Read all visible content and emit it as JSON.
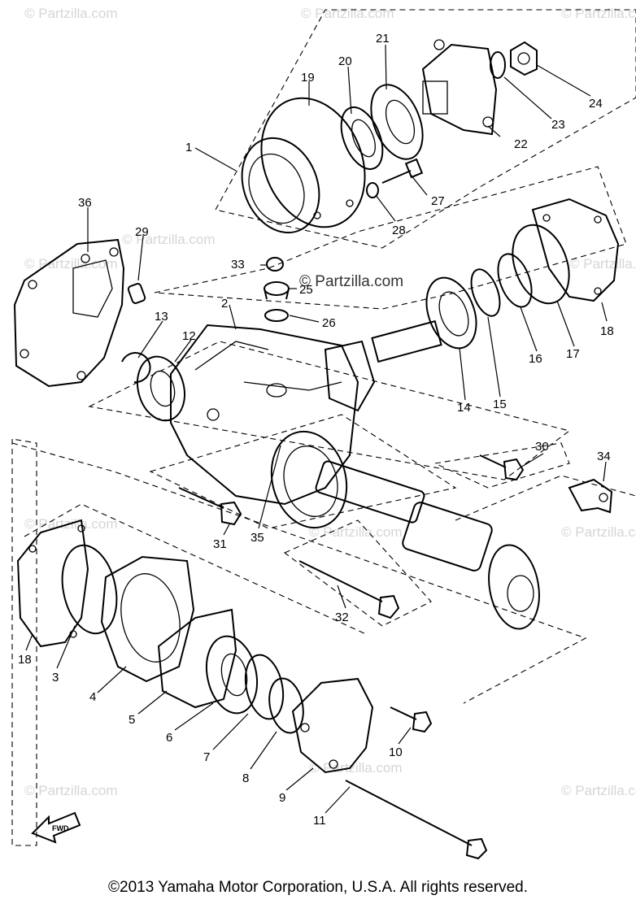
{
  "diagram": {
    "callouts": [
      "1",
      "2",
      "3",
      "4",
      "5",
      "6",
      "7",
      "8",
      "9",
      "10",
      "11",
      "12",
      "13",
      "14",
      "15",
      "16",
      "17",
      "18",
      "18",
      "19",
      "20",
      "21",
      "22",
      "23",
      "24",
      "25",
      "26",
      "27",
      "28",
      "29",
      "30",
      "31",
      "32",
      "33",
      "34",
      "35",
      "36"
    ],
    "watermarks": {
      "main": "© Partzilla.com",
      "faint": [
        "© Partzilla.com",
        "© Partzilla.com",
        "© Partzilla.com",
        "© Partzilla.com",
        "© Partzilla.com",
        "© Partzilla.com",
        "© Partzilla.com",
        "© Partzilla.com",
        "© Partzilla.com",
        "© Partzilla.com",
        "© Partzilla.com",
        "© Partzilla.com"
      ]
    },
    "fwd_label": "FWD"
  },
  "footer": {
    "copyright": "©2013  Yamaha Motor Corporation, U.S.A. All rights reserved."
  }
}
